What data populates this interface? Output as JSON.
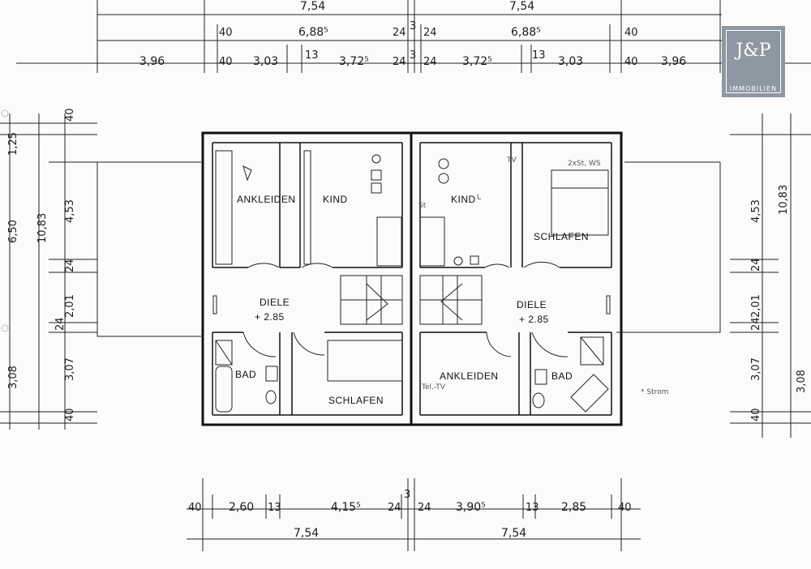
{
  "logo": {
    "mark": "J&P",
    "subtitle": "IMMOBILIEN"
  },
  "dims_top": {
    "row1": [
      "7,54",
      "7,54"
    ],
    "row2": [
      "40",
      "6,88⁵",
      "24",
      "3",
      "24",
      "6,88⁵",
      "40"
    ],
    "row3": [
      "3,96",
      "40",
      "3,03",
      "13",
      "3,72⁵",
      "24",
      "3",
      "24",
      "3,72⁵",
      "13",
      "3,03",
      "40",
      "3,96"
    ]
  },
  "dims_left": [
    "40",
    "1,25",
    "4,53",
    "6,50",
    "10,83",
    "24",
    "2,01",
    "24",
    "3,07",
    "3,08",
    "40"
  ],
  "dims_right": [
    "4,53",
    "10,83",
    "24",
    "2,01",
    "24",
    "3,07",
    "40",
    "3,08"
  ],
  "dims_bottom": {
    "row1": [
      "40",
      "2,60",
      "13",
      "4,15⁵",
      "24",
      "3",
      "24",
      "3,90⁵",
      "13",
      "2,85",
      "40"
    ],
    "row2": [
      "7,54",
      "7,54"
    ]
  },
  "rooms": {
    "ankleiden_left": "ANKLEIDEN",
    "kind_left": "KIND",
    "kind_right": "KIND",
    "schlafen_right": "SCHLAFEN",
    "diele_left": "DIELE",
    "diele_left_level": "+ 2.85",
    "diele_right": "DIELE",
    "diele_right_level": "+ 2.85",
    "bad_left": "BAD",
    "schlafen_left": "SCHLAFEN",
    "ankleiden_right": "ANKLEIDEN",
    "bad_right": "BAD"
  },
  "notes": {
    "strom": "* Strom",
    "tv": "TV",
    "st": "St",
    "tel": "Tel.-TV",
    "wst": "2xSt, WS",
    "lamp": "L"
  }
}
